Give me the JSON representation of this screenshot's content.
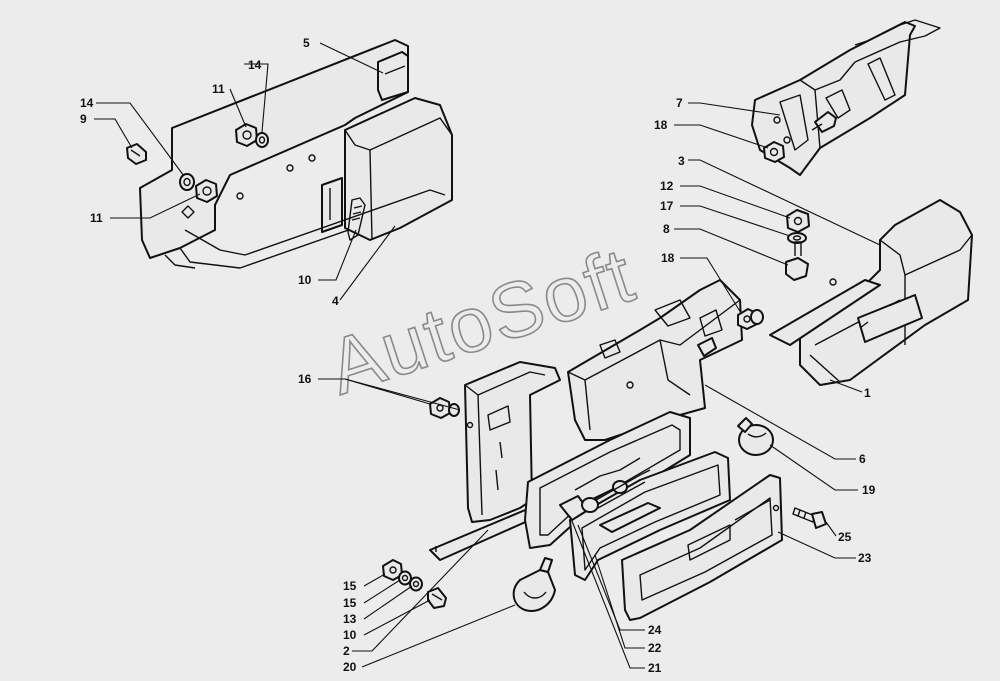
{
  "watermark": "AutoSoft",
  "callouts": {
    "c5": "5",
    "c14a": "14",
    "c11a": "11",
    "c14b": "14",
    "c9": "9",
    "c11b": "11",
    "c10a": "10",
    "c4": "4",
    "c7": "7",
    "c18a": "18",
    "c3": "3",
    "c12": "12",
    "c17": "17",
    "c8": "8",
    "c18b": "18",
    "c16": "16",
    "c1": "1",
    "c6": "6",
    "c19": "19",
    "c25": "25",
    "c23": "23",
    "c15a": "15",
    "c15b": "15",
    "c13": "13",
    "c10b": "10",
    "c2": "2",
    "c20": "20",
    "c24": "24",
    "c22": "22",
    "c21": "21"
  }
}
